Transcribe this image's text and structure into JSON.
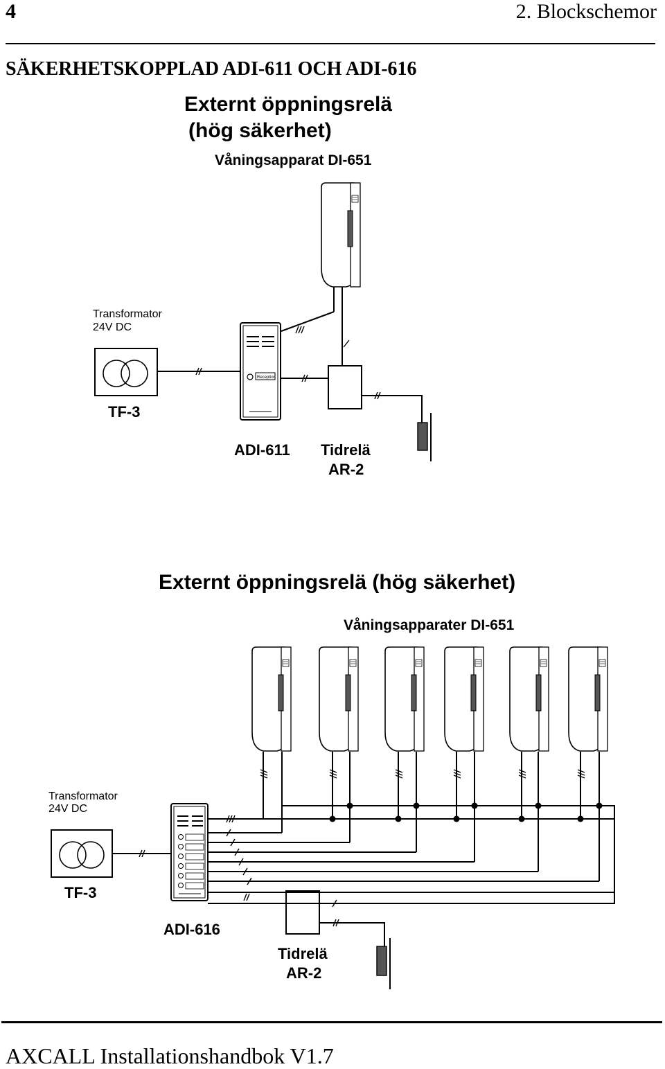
{
  "header": {
    "page_number": "4",
    "chapter": "2. Blockschemor"
  },
  "heading": "SÄKERHETSKOPPLAD ADI-611 OCH ADI-616",
  "diagram1": {
    "title_line1": "Externt öppningsrelä",
    "title_line2": "(hög säkerhet)",
    "handset_label": "Våningsapparat DI-651",
    "transformer_label_line1": "Transformator",
    "transformer_label_line2": "24V DC",
    "transformer_name": "TF-3",
    "panel_name": "ADI-611",
    "panel_button_text": "Reception",
    "relay_name_line1": "Tidrelä",
    "relay_name_line2": "AR-2"
  },
  "diagram2": {
    "title": "Externt öppningsrelä  (hög säkerhet)",
    "handsets_label": "Våningsapparater DI-651",
    "transformer_label_line1": "Transformator",
    "transformer_label_line2": "24V DC",
    "transformer_name": "TF-3",
    "panel_name": "ADI-616",
    "relay_name_line1": "Tidrelä",
    "relay_name_line2": "AR-2",
    "handset_count": 6
  },
  "footer": "AXCALL Installationshandbok V1.7"
}
